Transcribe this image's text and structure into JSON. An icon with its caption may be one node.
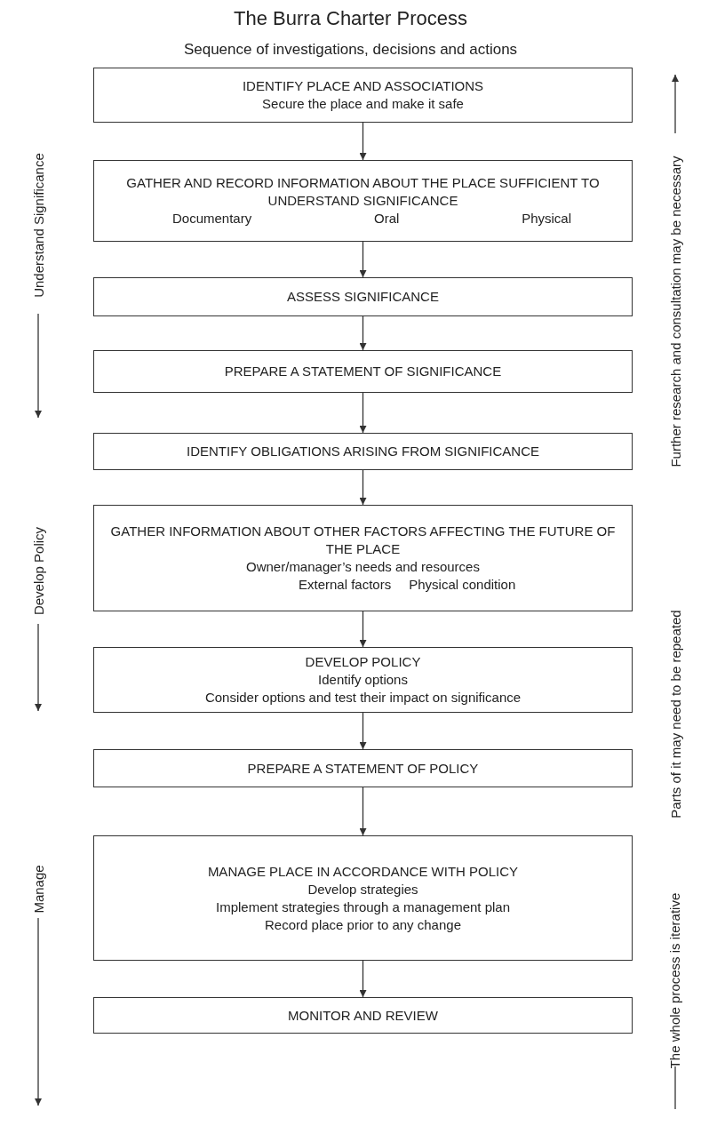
{
  "diagram": {
    "title": "The Burra Charter Process",
    "caption": "Sequence of investigations, decisions and actions",
    "nodes": [
      {
        "text": [
          "IDENTIFY PLACE AND ASSOCIATIONS",
          "Secure the place and make it safe"
        ]
      },
      {
        "text": [
          "GATHER AND RECORD INFORMATION ABOUT THE PLACE SUFFICIENT TO UNDERSTAND SIGNIFICANCE",
          "Documentary",
          "Oral",
          "Physical"
        ]
      },
      {
        "text": [
          "ASSESS SIGNIFICANCE"
        ]
      },
      {
        "text": [
          "PREPARE A STATEMENT OF SIGNIFICANCE"
        ]
      },
      {
        "text": [
          "IDENTIFY OBLIGATIONS ARISING FROM SIGNIFICANCE"
        ]
      },
      {
        "text": [
          "GATHER INFORMATION ABOUT OTHER FACTORS AFFECTING THE FUTURE OF THE PLACE",
          "Owner/manager’s needs and resources",
          "External factors",
          "Physical condition"
        ]
      },
      {
        "text": [
          "DEVELOP POLICY",
          "Identify options",
          "Consider options and test their impact on significance"
        ]
      },
      {
        "text": [
          "PREPARE A STATEMENT OF POLICY"
        ]
      },
      {
        "text": [
          "MANAGE PLACE IN ACCORDANCE WITH POLICY",
          "Develop strategies",
          "Implement strategies through a management plan",
          "Record place prior to any change"
        ]
      },
      {
        "text": [
          "MONITOR AND REVIEW"
        ]
      }
    ],
    "edges": [
      {
        "from": 0,
        "to": 1,
        "arrow": "to"
      },
      {
        "from": 1,
        "to": 2,
        "arrow": "to"
      },
      {
        "from": 2,
        "to": 3,
        "arrow": "to"
      },
      {
        "from": 3,
        "to": 4,
        "arrow": "to"
      },
      {
        "from": 4,
        "to": 5,
        "arrow": "to"
      },
      {
        "from": 5,
        "to": 6,
        "arrow": "to"
      },
      {
        "from": 6,
        "to": 7,
        "arrow": "to"
      },
      {
        "from": 7,
        "to": 8,
        "arrow": "to"
      },
      {
        "from": 8,
        "to": 9,
        "arrow": "to"
      }
    ],
    "labels": [
      "Understand Significance",
      "Develop Policy",
      "Manage",
      "The whole process is iterative",
      "Parts of it may need to be repeated",
      "Further research and consultation may be necessary"
    ]
  }
}
